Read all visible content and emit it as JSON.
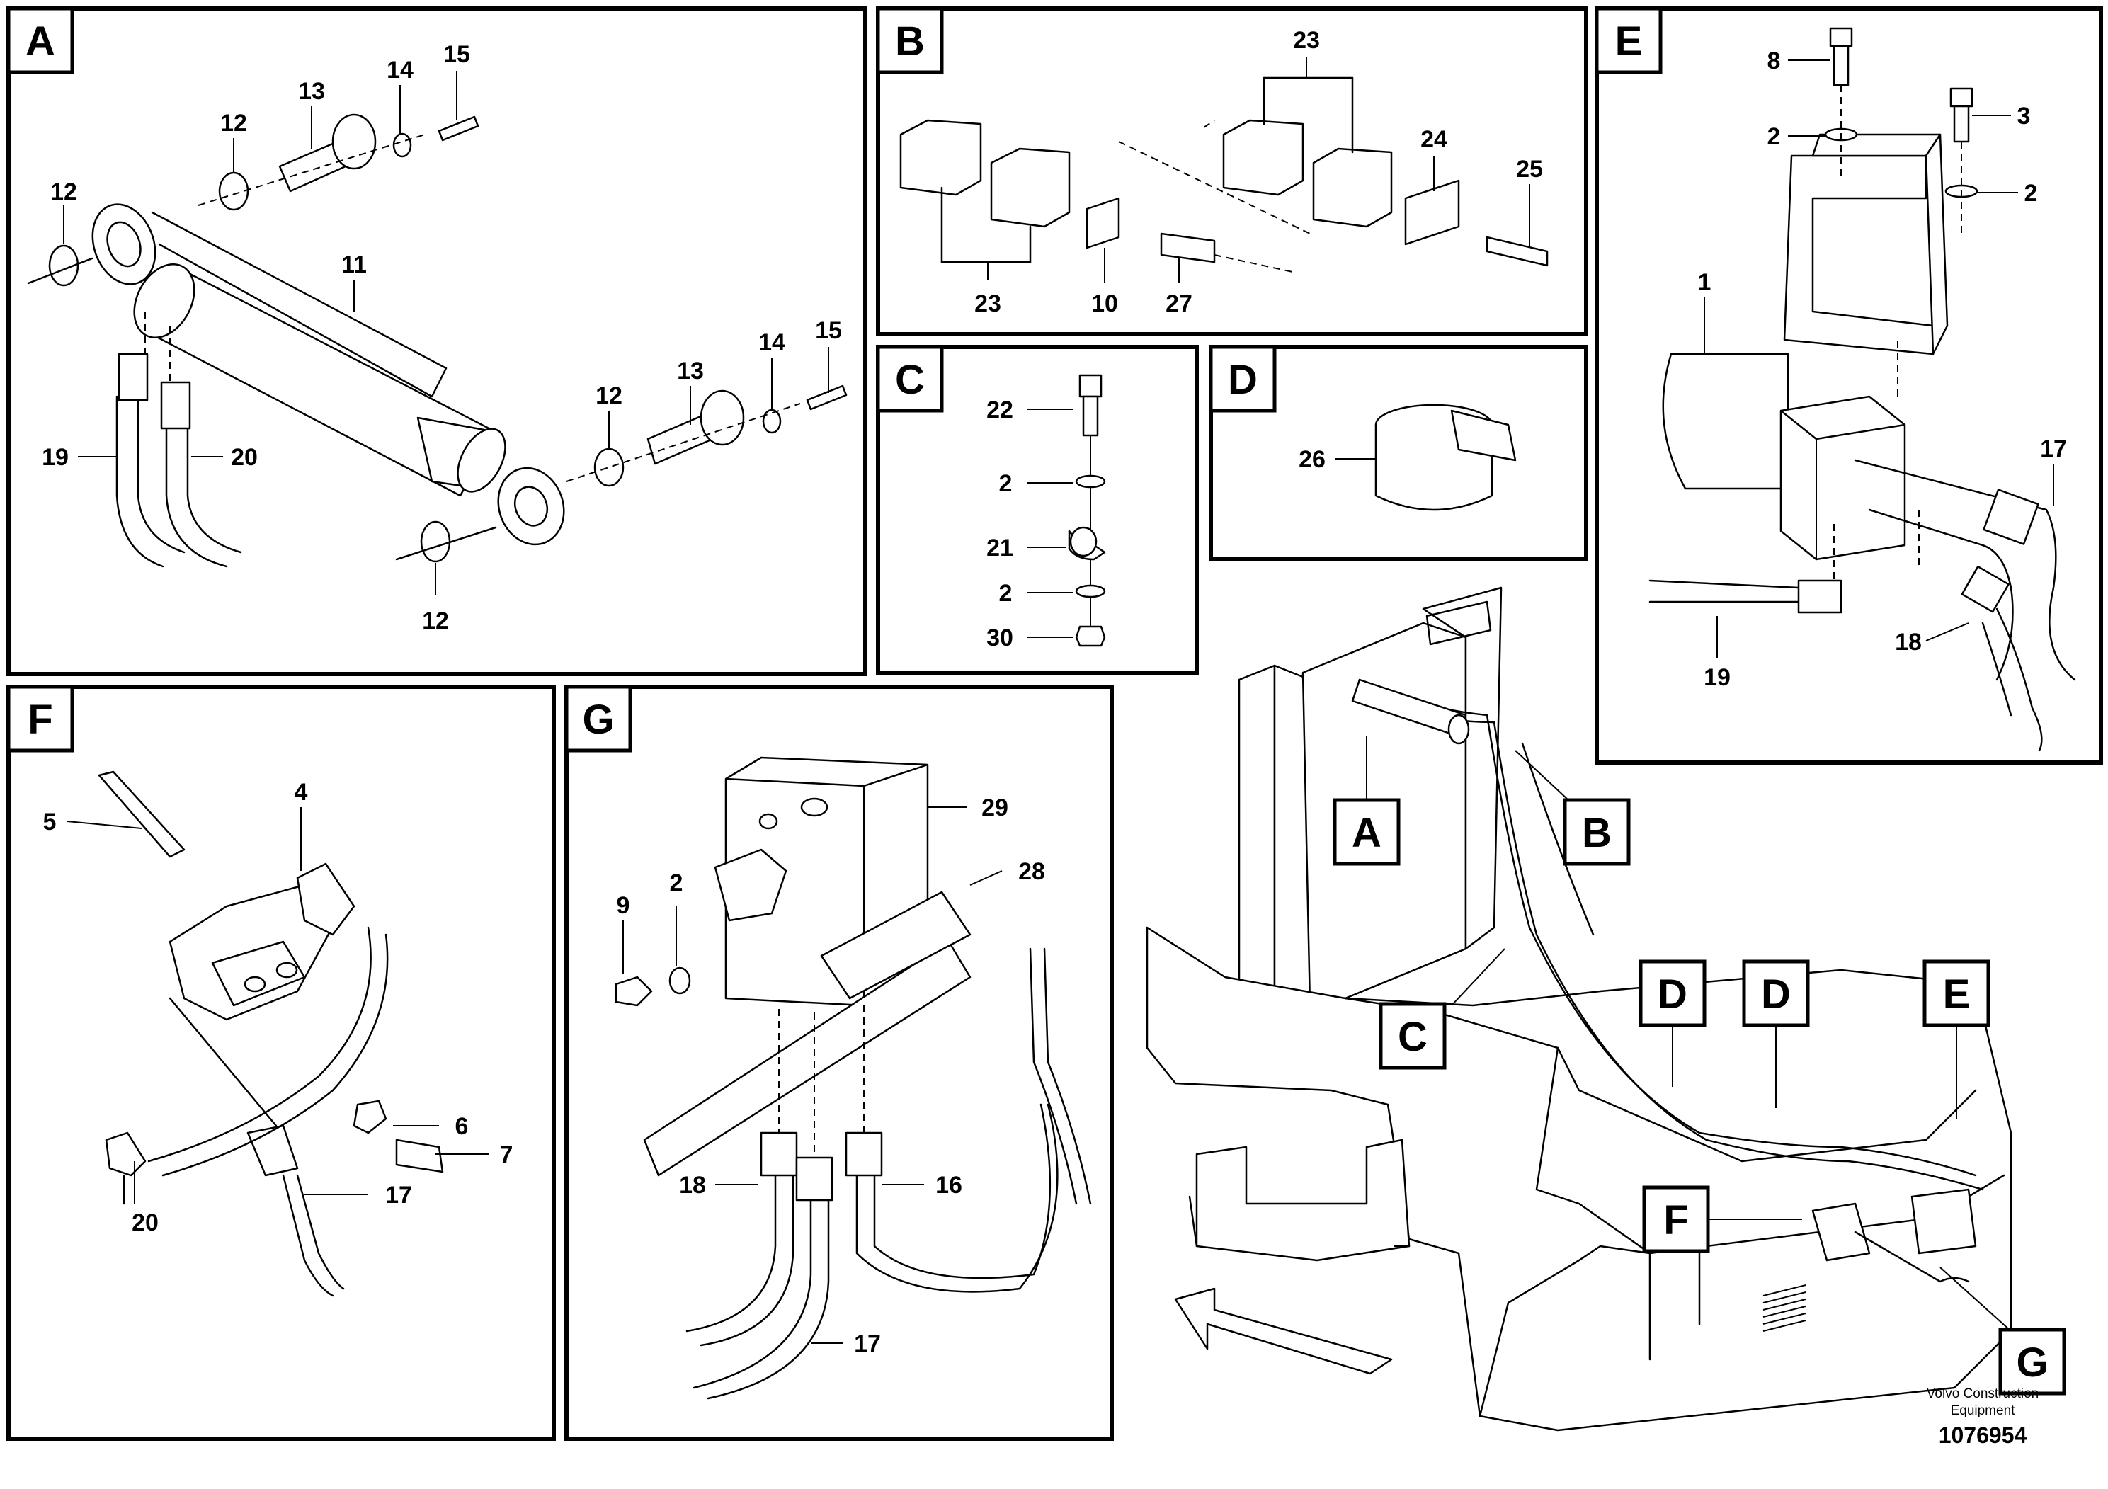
{
  "panels": {
    "A": {
      "letter": "A",
      "callouts": {
        "c12a": "12",
        "c12b": "12",
        "c13a": "13",
        "c14a": "14",
        "c15a": "15",
        "c11": "11",
        "c19": "19",
        "c20": "20",
        "c12c": "12",
        "c13b": "13",
        "c14b": "14",
        "c15b": "15",
        "c12d": "12"
      }
    },
    "B": {
      "letter": "B",
      "callouts": {
        "c23a": "23",
        "c23b": "23",
        "c24": "24",
        "c25": "25",
        "c10": "10",
        "c27": "27"
      }
    },
    "C": {
      "letter": "C",
      "callouts": {
        "c22": "22",
        "c2a": "2",
        "c21": "21",
        "c2b": "2",
        "c30": "30"
      }
    },
    "D": {
      "letter": "D",
      "callouts": {
        "c26": "26"
      }
    },
    "E": {
      "letter": "E",
      "callouts": {
        "c8": "8",
        "c2a": "2",
        "c3": "3",
        "c2b": "2",
        "c1": "1",
        "c17": "17",
        "c19": "19",
        "c18": "18"
      }
    },
    "F": {
      "letter": "F",
      "callouts": {
        "c5": "5",
        "c4": "4",
        "c6": "6",
        "c7": "7",
        "c20": "20",
        "c17": "17"
      }
    },
    "G": {
      "letter": "G",
      "callouts": {
        "c29": "29",
        "c28": "28",
        "c9": "9",
        "c2": "2",
        "c18": "18",
        "c16": "16",
        "c17": "17"
      }
    }
  },
  "overview_labels": {
    "A": "A",
    "B": "B",
    "C": "C",
    "D1": "D",
    "D2": "D",
    "E": "E",
    "F": "F",
    "G": "G"
  },
  "footer": {
    "company_line1": "Volvo Construction",
    "company_line2": "Equipment",
    "figure_number": "1076954"
  }
}
